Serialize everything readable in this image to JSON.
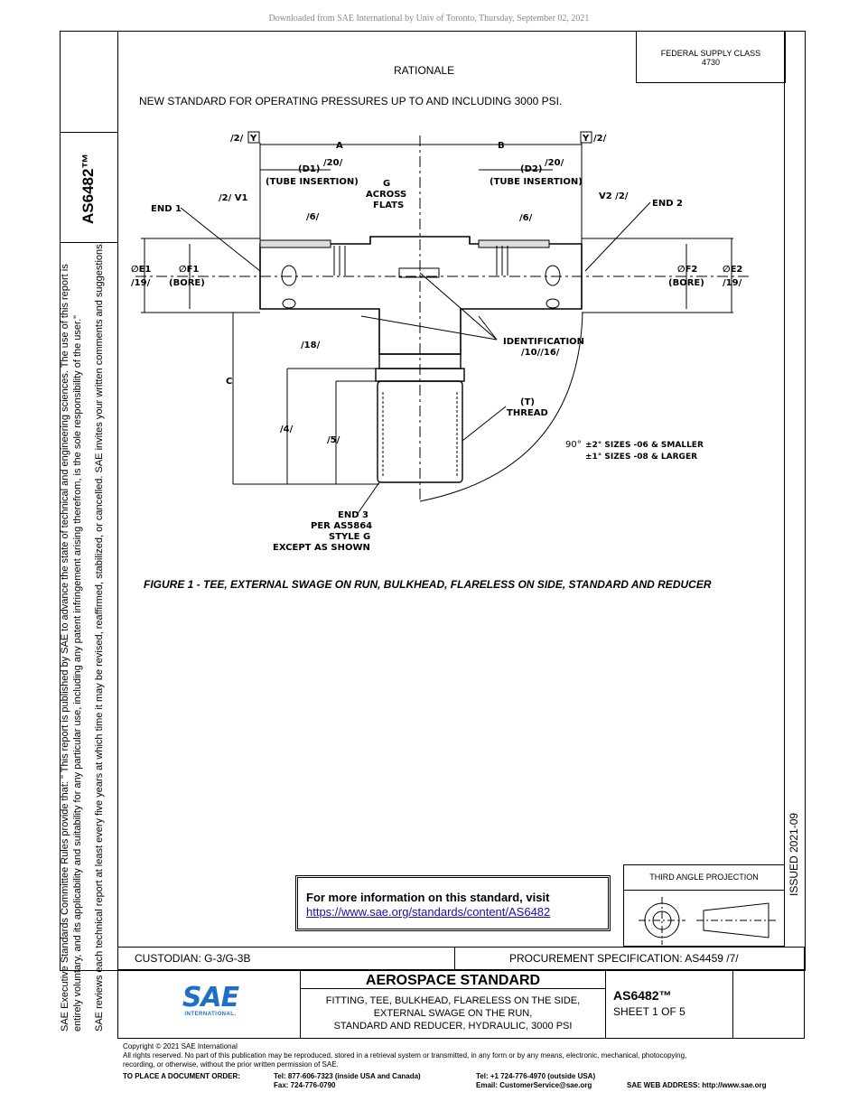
{
  "download_notice": "Downloaded from SAE International by Univ of Toronto, Thursday, September 02, 2021",
  "federal_supply": {
    "label": "FEDERAL SUPPLY CLASS",
    "code": "4730"
  },
  "doc_id_vertical": "AS6482™",
  "rationale": {
    "heading": "RATIONALE",
    "text": "NEW STANDARD FOR OPERATING PRESSURES UP TO AND INCLUDING 3000 PSI."
  },
  "side_notice": {
    "line1": "SAE Executive Standards Committee Rules provide that: \"  This report is published by SAE to advance the state of technical and engineering sciences. The use of this report is",
    "line2": "entirely voluntary, and its applicability and suitability for any particular use, including any patent infringement arising therefrom, is the sole responsibility of the user.\"",
    "line3": "SAE reviews each technical report at least every five years at which time it may be revised, reaffirmed, stabilized, or cancelled. SAE invites your written comments and suggestions."
  },
  "drawing_labels": {
    "v2y_left": "/2/",
    "y_box": "Y",
    "a": "A",
    "b": "B",
    "v2y_right": "/2/",
    "d1": "(D1)",
    "d1_tol": "/20/",
    "tube_ins": "(TUBE INSERTION)",
    "d2": "(D2)",
    "d2_tol": "/20/",
    "g1": "G",
    "g2": "ACROSS",
    "g3": "FLATS",
    "end1": "END 1",
    "v1": "/2/ V1",
    "v2": "V2 /2/",
    "end2": "END 2",
    "six": "/6/",
    "e1": "∅E1",
    "e1_tol": "/19/",
    "f1": "∅F1",
    "bore": "(BORE)",
    "f2": "∅F2",
    "e2": "∅E2",
    "e2_tol": "/19/",
    "ident1": "IDENTIFICATION",
    "ident2": "/10//16/",
    "eighteen": "/18/",
    "c": "C",
    "t1": "(T)",
    "t2": "THREAD",
    "four": "/4/",
    "five": "/5/",
    "ang": "90°",
    "ang1": "±2° SIZES -06 & SMALLER",
    "ang2": "±1° SIZES -08 & LARGER",
    "end3a": "END 3",
    "end3b": "PER AS5864",
    "end3c": "STYLE G",
    "end3d": "EXCEPT AS SHOWN"
  },
  "figure_caption": "FIGURE 1 - TEE, EXTERNAL SWAGE ON RUN, BULKHEAD, FLARELESS ON SIDE, STANDARD AND REDUCER",
  "issued": "ISSUED 2021-09",
  "info_box": {
    "text": "For more information on this standard, visit",
    "link": "https://www.sae.org/standards/content/AS6482"
  },
  "third_angle": "THIRD ANGLE PROJECTION",
  "custodian": "CUSTODIAN: G-3/G-3B",
  "procurement": "PROCUREMENT SPECIFICATION: AS4459 /7/",
  "logo": {
    "main": "SAE",
    "sub": "INTERNATIONAL."
  },
  "standard_title": "AEROSPACE STANDARD",
  "description": {
    "l1": "FITTING, TEE, BULKHEAD, FLARELESS ON THE SIDE,",
    "l2": "EXTERNAL SWAGE ON THE RUN,",
    "l3": "STANDARD AND REDUCER, HYDRAULIC, 3000 PSI"
  },
  "doc_number": "AS6482™",
  "sheet": "SHEET 1 OF 5",
  "footer": {
    "copyright": "Copyright © 2021 SAE International",
    "rights1": "All rights reserved. No part of this publication may be reproduced, stored in a retrieval system or transmitted, in any form or by any means, electronic, mechanical, photocopying,",
    "rights2": "recording, or otherwise, without the prior written permission of SAE.",
    "order_label": "TO PLACE A DOCUMENT ORDER:",
    "tel1": "Tel: 877-606-7323 (inside USA and Canada)",
    "fax": "Fax: 724-776-0790",
    "tel2": "Tel: +1 724-776-4970 (outside USA)",
    "email": "Email: CustomerService@sae.org",
    "web": "SAE WEB ADDRESS: http://www.sae.org"
  },
  "colors": {
    "logo_blue": "#1f6fc5",
    "link": "#1a0dab"
  }
}
